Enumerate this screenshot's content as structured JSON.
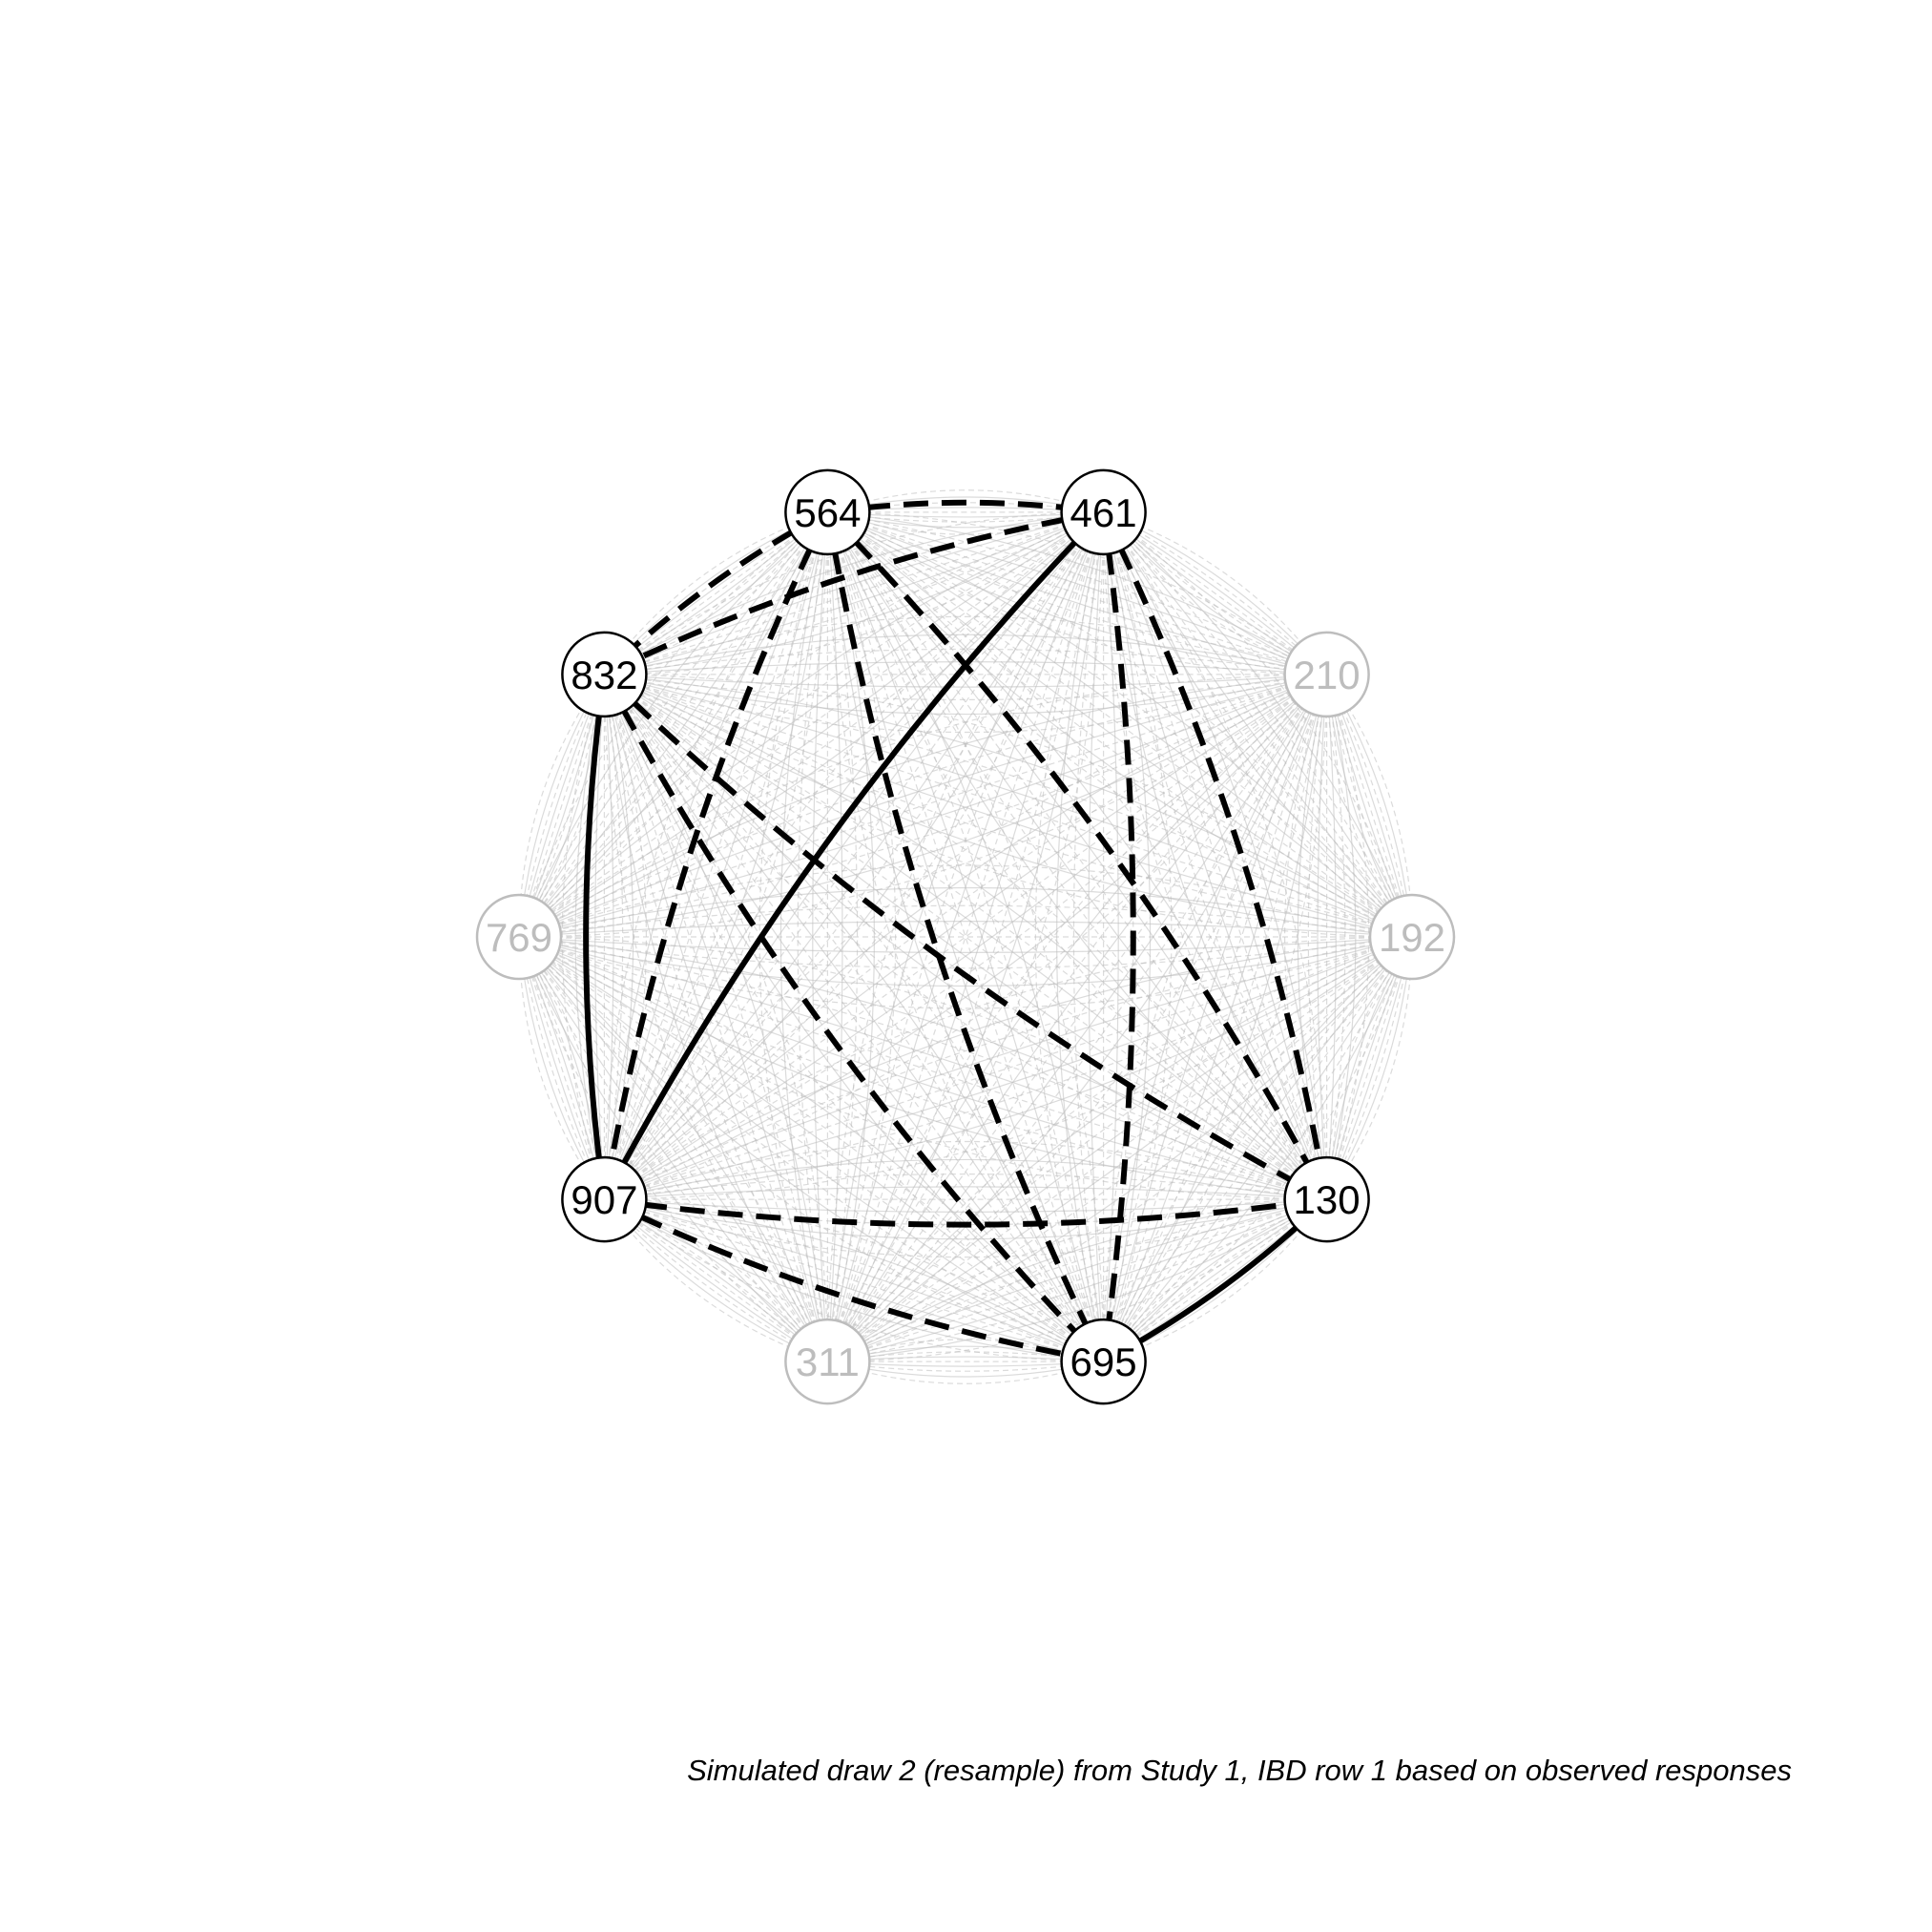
{
  "caption": "Simulated draw 2 (resample) from Study 1, IBD row 1 based on observed responses",
  "colors": {
    "active": "#000000",
    "inactive": "#bdbdbd",
    "background": "#ffffff"
  },
  "nodes": [
    {
      "id": "564",
      "active": true
    },
    {
      "id": "461",
      "active": true
    },
    {
      "id": "210",
      "active": false
    },
    {
      "id": "192",
      "active": false
    },
    {
      "id": "130",
      "active": true
    },
    {
      "id": "695",
      "active": true
    },
    {
      "id": "311",
      "active": false
    },
    {
      "id": "907",
      "active": true
    },
    {
      "id": "769",
      "active": false
    },
    {
      "id": "832",
      "active": true
    }
  ],
  "edges": [
    {
      "from": "832",
      "to": "907",
      "style": "solid"
    },
    {
      "from": "461",
      "to": "907",
      "style": "solid"
    },
    {
      "from": "130",
      "to": "695",
      "style": "solid"
    },
    {
      "from": "564",
      "to": "461",
      "style": "dashed"
    },
    {
      "from": "564",
      "to": "832",
      "style": "dashed"
    },
    {
      "from": "564",
      "to": "907",
      "style": "dashed"
    },
    {
      "from": "564",
      "to": "695",
      "style": "dashed"
    },
    {
      "from": "564",
      "to": "130",
      "style": "dashed"
    },
    {
      "from": "461",
      "to": "832",
      "style": "dashed"
    },
    {
      "from": "461",
      "to": "695",
      "style": "dashed"
    },
    {
      "from": "461",
      "to": "130",
      "style": "dashed"
    },
    {
      "from": "832",
      "to": "695",
      "style": "dashed"
    },
    {
      "from": "832",
      "to": "130",
      "style": "dashed"
    },
    {
      "from": "907",
      "to": "130",
      "style": "dashed"
    },
    {
      "from": "907",
      "to": "695",
      "style": "dashed"
    }
  ]
}
